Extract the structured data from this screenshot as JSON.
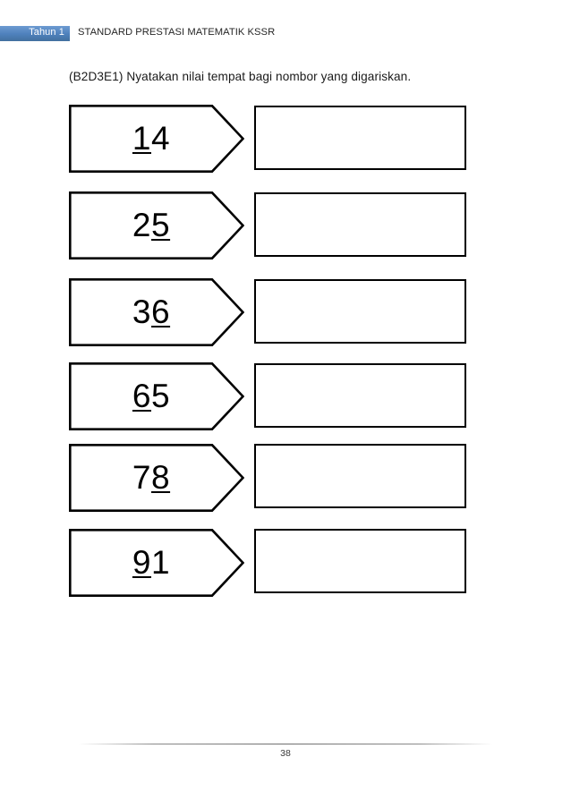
{
  "header": {
    "badge_label": "Tahun 1",
    "title": "STANDARD PRESTASI MATEMATIK KSSR",
    "badge_color": "#4f81bd",
    "badge_text_color": "#ffffff"
  },
  "instruction": {
    "text": "(B2D3E1) Nyatakan nilai tempat bagi nombor yang digariskan."
  },
  "exercise": {
    "rows": [
      {
        "number": "14",
        "digit_first": "1",
        "digit_second": "4",
        "underlined_position": "first",
        "answer_value": ""
      },
      {
        "number": "25",
        "digit_first": "2",
        "digit_second": "5",
        "underlined_position": "second",
        "answer_value": ""
      },
      {
        "number": "36",
        "digit_first": "3",
        "digit_second": "6",
        "underlined_position": "second",
        "answer_value": ""
      },
      {
        "number": "65",
        "digit_first": "6",
        "digit_second": "5",
        "underlined_position": "first",
        "answer_value": ""
      },
      {
        "number": "78",
        "digit_first": "7",
        "digit_second": "8",
        "underlined_position": "second",
        "answer_value": ""
      },
      {
        "number": "91",
        "digit_first": "9",
        "digit_second": "1",
        "underlined_position": "first",
        "answer_value": ""
      }
    ]
  },
  "footer": {
    "page_number": "38"
  },
  "colors": {
    "stroke": "#000000",
    "page_background": "#ffffff",
    "text": "#1a1a1a"
  }
}
